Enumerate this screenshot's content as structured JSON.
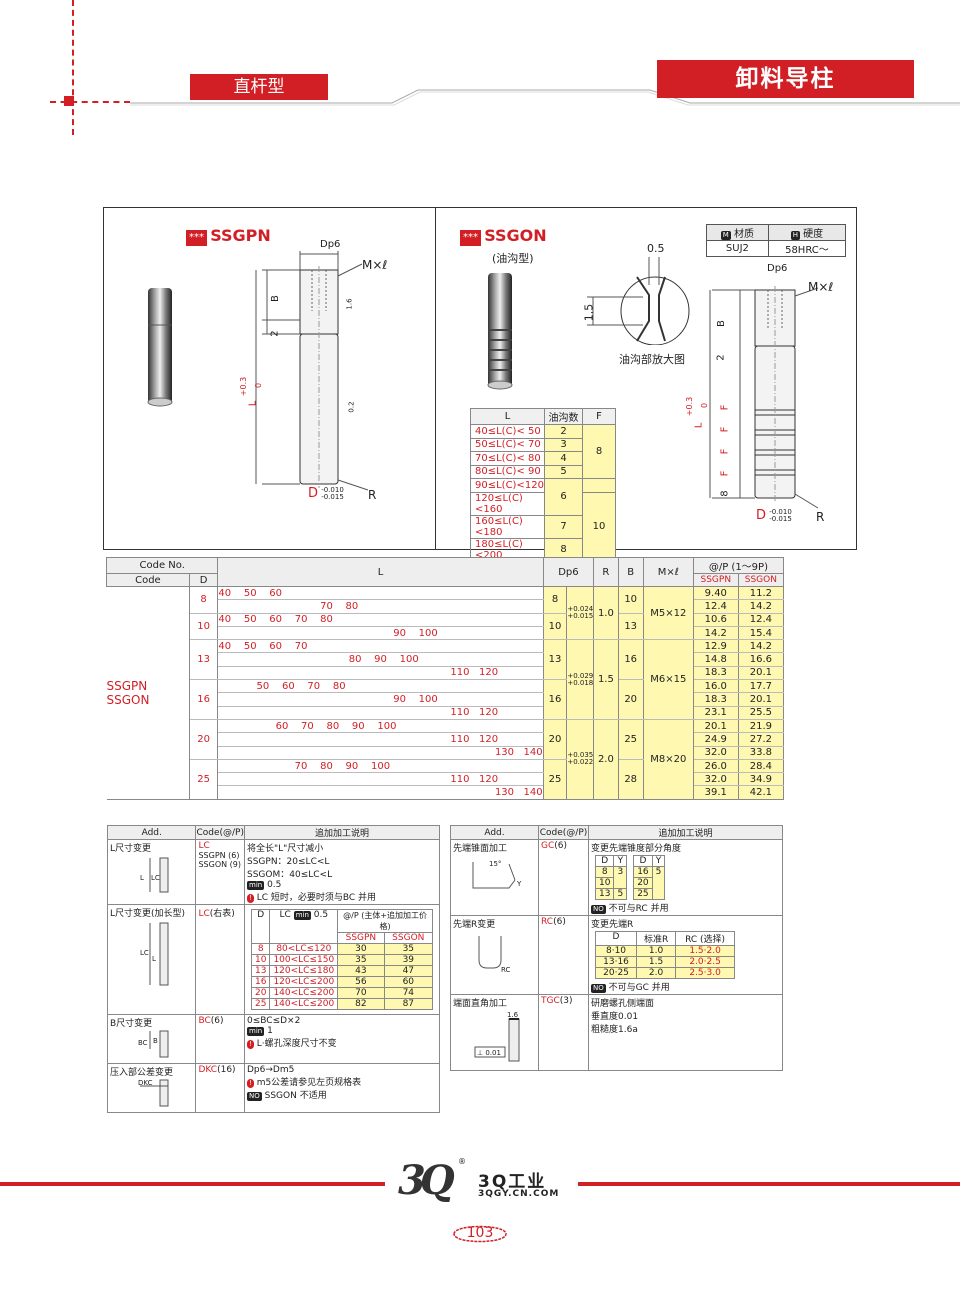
{
  "header": {
    "category_left": "直杆型",
    "category_right": "卸料导柱"
  },
  "figure": {
    "left": {
      "stars": "***",
      "title": "SSGPN",
      "labels": {
        "dp6": "Dp6",
        "m": "M×ℓ",
        "b": "B",
        "two": "2",
        "l": "L",
        "l_tol": "+0.3",
        "l_tol2": "0",
        "d": "D",
        "d_tol1": "-0.010",
        "d_tol2": "-0.015",
        "r": "R",
        "rough1": "1.6",
        "rough2": "0.2"
      }
    },
    "right": {
      "stars": "***",
      "title": "SSGON",
      "subtitle": "(油沟型)",
      "groove_dim1": "0.5",
      "groove_dim2": "1.5",
      "groove_caption": "油沟部放大图",
      "material": {
        "h1_badge": "M",
        "h1": "材质",
        "h2_badge": "H",
        "h2": "硬度",
        "v1": "SUJ2",
        "v2": "58HRC～"
      },
      "labels": {
        "dp6": "Dp6",
        "m": "M×ℓ",
        "b": "B",
        "two": "2",
        "l": "L",
        "l_tol": "+0.3",
        "l_tol2": "0",
        "f": "F",
        "eight": "8",
        "d": "D",
        "d_tol1": "-0.010",
        "d_tol2": "-0.015",
        "r": "R"
      },
      "groove_table": {
        "headers": [
          "L",
          "油沟数",
          "F"
        ],
        "rows": [
          {
            "range": "40≤L(C)< 50",
            "n": "2"
          },
          {
            "range": "50≤L(C)< 70",
            "n": "3"
          },
          {
            "range": "70≤L(C)< 80",
            "n": "4"
          },
          {
            "range": "80≤L(C)< 90",
            "n": "5"
          },
          {
            "range": "90≤L(C)<120",
            "n": "6"
          },
          {
            "range": "120≤L(C)<160",
            "n": ""
          },
          {
            "range": "160≤L(C)<180",
            "n": "7"
          },
          {
            "range": "180≤L(C)<200",
            "n": "8"
          }
        ],
        "f1": "8",
        "f2": "10"
      }
    }
  },
  "main_table": {
    "h_codeno": "Code No.",
    "h_code": "Code",
    "h_d": "D",
    "h_l": "L",
    "h_dp6": "Dp6",
    "h_r": "R",
    "h_b": "B",
    "h_m": "M×ℓ",
    "h_price": "@/P (1～9P)",
    "h_ssgpn": "SSGPN",
    "h_ssgon": "SSGON",
    "code1": "SSGPN",
    "code2": "SSGON",
    "rows": [
      {
        "d": "8",
        "l": "40    50    60",
        "p1": "9.40",
        "p2": "11.2"
      },
      {
        "d": "",
        "l": "                                70    80",
        "p1": "12.4",
        "p2": "14.2"
      },
      {
        "d": "10",
        "l": "40    50    60    70    80",
        "p1": "10.6",
        "p2": "12.4"
      },
      {
        "d": "",
        "l": "                                                       90    100",
        "p1": "14.2",
        "p2": "15.4"
      },
      {
        "d": "",
        "l": "40    50    60    70",
        "p1": "12.9",
        "p2": "14.2"
      },
      {
        "d": "13",
        "l": "                                         80    90    100",
        "p1": "14.8",
        "p2": "16.6"
      },
      {
        "d": "",
        "l": "                                                                         110   120",
        "p1": "18.3",
        "p2": "20.1"
      },
      {
        "d": "",
        "l": "            50    60    70    80",
        "p1": "16.0",
        "p2": "17.7"
      },
      {
        "d": "16",
        "l": "                                                       90    100",
        "p1": "18.3",
        "p2": "20.1"
      },
      {
        "d": "",
        "l": "                                                                         110   120",
        "p1": "23.1",
        "p2": "25.5"
      },
      {
        "d": "",
        "l": "                  60    70    80    90    100",
        "p1": "20.1",
        "p2": "21.9"
      },
      {
        "d": "20",
        "l": "                                                                         110   120",
        "p1": "24.9",
        "p2": "27.2"
      },
      {
        "d": "",
        "l": "                                                                                       130   140",
        "p1": "32.0",
        "p2": "33.8"
      },
      {
        "d": "",
        "l": "                        70    80    90    100",
        "p1": "26.0",
        "p2": "28.4"
      },
      {
        "d": "25",
        "l": "                                                                         110   120",
        "p1": "32.0",
        "p2": "34.9"
      },
      {
        "d": "",
        "l": "                                                                                       130   140",
        "p1": "39.1",
        "p2": "42.1"
      }
    ],
    "groups": [
      {
        "dp": "8",
        "tol1": "+0.024",
        "tol2": "+0.015",
        "r": "1.0",
        "b": "10",
        "m": "M5×12"
      },
      {
        "dp": "10",
        "b": "13"
      },
      {
        "dp": "13",
        "tol1": "+0.029",
        "tol2": "+0.018",
        "r": "1.5",
        "b": "16",
        "m": "M6×15"
      },
      {
        "dp": "16",
        "b": "20"
      },
      {
        "dp": "20",
        "tol1": "+0.035",
        "tol2": "+0.022",
        "r": "2.0",
        "b": "25",
        "m": "M8×20"
      },
      {
        "dp": "25",
        "b": "28"
      }
    ]
  },
  "add_left": {
    "h_add": "Add.",
    "h_code": "Code(@/P)",
    "h_desc": "追加加工说明",
    "lc": {
      "name": "L尺寸变更",
      "code": "LC",
      "code_note1": "SSGPN (6)",
      "code_note2": "SSGON (9)",
      "d1": "将全长\"L\"尺寸减小",
      "d2": "SSGPN：20≤LC<L",
      "d3": "SSGOM：40≤LC<L",
      "d4_badge": "min",
      "d4": "0.5",
      "d5_badge": "!",
      "d5": "LC 短时，必要时须与BC 并用",
      "fig": "LC",
      "fig2": "L"
    },
    "lcl": {
      "name": "L尺寸变更(加长型)",
      "code": "LC",
      "code_note": "(右表)",
      "h_d": "D",
      "h_lc": "LC",
      "h_lc_badge": "min",
      "h_lc_v": "0.5",
      "h_price": "@/P (主体+追加加工价格)",
      "h_ssgpn": "SSGPN",
      "h_ssgon": "SSGON",
      "rows": [
        {
          "d": "8",
          "lc": "80<LC≤120",
          "a": "30",
          "b": "35"
        },
        {
          "d": "10",
          "lc": "100<LC≤150",
          "a": "35",
          "b": "39"
        },
        {
          "d": "13",
          "lc": "120<LC≤180",
          "a": "43",
          "b": "47"
        },
        {
          "d": "16",
          "lc": "120<LC≤200",
          "a": "56",
          "b": "60"
        },
        {
          "d": "20",
          "lc": "140<LC≤200",
          "a": "70",
          "b": "74"
        },
        {
          "d": "25",
          "lc": "140<LC≤200",
          "a": "82",
          "b": "87"
        }
      ],
      "fig": "LC",
      "fig2": "L"
    },
    "bc": {
      "name": "B尺寸变更",
      "code": "BC",
      "code_note": "(6)",
      "d1": "0≤BC≤D×2",
      "d2_badge": "min",
      "d2": "1",
      "d3_badge": "!",
      "d3": "L·螺孔深度尺寸不变",
      "fig": "BC",
      "fig2": "B"
    },
    "dkc": {
      "name": "压入部公差变更",
      "code": "DKC",
      "code_note": "(16)",
      "d1": "Dp6→Dm5",
      "d2_badge": "!",
      "d2": "m5公差请参见左页规格表",
      "d3_badge": "NO",
      "d3": "SSGON 不适用",
      "fig": "DKC"
    }
  },
  "add_right": {
    "h_add": "Add.",
    "h_code": "Code(@/P)",
    "h_desc": "追加加工说明",
    "gc": {
      "name": "先端锥面加工",
      "code": "GC",
      "code_note": "(6)",
      "d1": "变更先端锥度部分角度",
      "h_d": "D",
      "h_y": "Y",
      "rowsA": [
        {
          "d": "8",
          "y": "3"
        },
        {
          "d": "10",
          "y": ""
        },
        {
          "d": "13",
          "y": "5"
        }
      ],
      "rowsB": [
        {
          "d": "16",
          "y": "5"
        },
        {
          "d": "20",
          "y": ""
        },
        {
          "d": "25",
          "y": ""
        }
      ],
      "note_badge": "NO",
      "note": "不可与RC 并用",
      "fig": "15°",
      "fig2": "Y"
    },
    "rc": {
      "name": "先端R变更",
      "code": "RC",
      "code_note": "(6)",
      "d1": "变更先端R",
      "h_d": "D",
      "h_std": "标准R",
      "h_rc": "RC (选择)",
      "rows": [
        {
          "d": "8·10",
          "std": "1.0",
          "rc": "1.5·2.0"
        },
        {
          "d": "13·16",
          "std": "1.5",
          "rc": "2.0·2.5"
        },
        {
          "d": "20·25",
          "std": "2.0",
          "rc": "2.5·3.0"
        }
      ],
      "note_badge": "NO",
      "note": "不可与GC 并用",
      "fig": "RC"
    },
    "tgc": {
      "name": "端面直角加工",
      "code": "TGC",
      "code_note": "(3)",
      "d1": "研磨螺孔侧端面",
      "d2": "垂直度0.01",
      "d3": "粗糙度1.6a",
      "fig": "1.6",
      "fig2": "⊥ 0.01"
    }
  },
  "footer": {
    "logo_mark": "3Q",
    "logo_reg": "®",
    "brand": "3Q工业",
    "site": "3QGY.CN.COM",
    "page": "103"
  },
  "colors": {
    "brand_red": "#d21f25",
    "highlight_yellow": "#fff8b0"
  }
}
